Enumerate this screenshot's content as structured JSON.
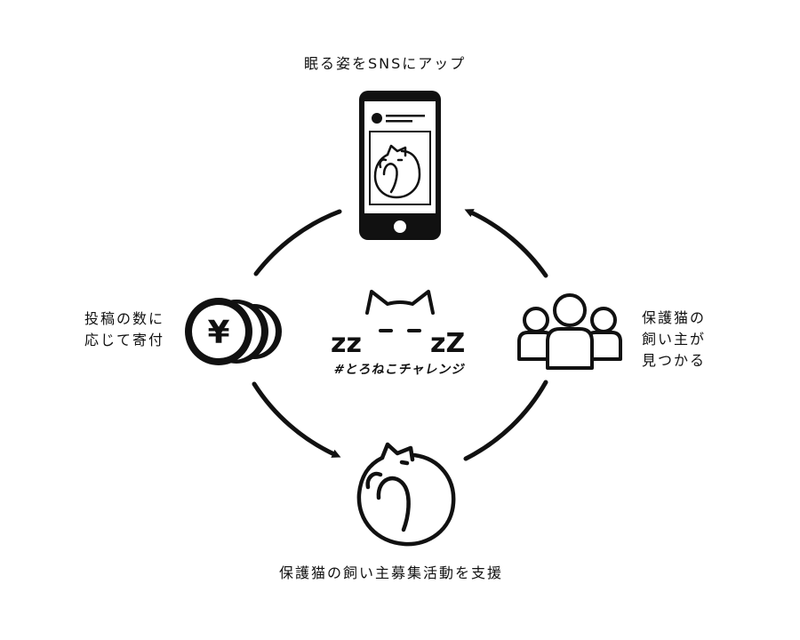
{
  "labels": {
    "top": "眠る姿をSNSにアップ",
    "left": [
      "投稿の数に",
      "応じて寄付"
    ],
    "right": [
      "保護猫の",
      "飼い主が",
      "見つかる"
    ],
    "bottom": "保護猫の飼い主募集活動を支援"
  },
  "center": {
    "sleep_left": "zz",
    "sleep_right": "zZ",
    "hashtag": "#とろねこチャレンジ"
  },
  "coin": {
    "symbol": "¥"
  },
  "icons": [
    "smartphone-icon",
    "yen-coins-icon",
    "people-group-icon",
    "sleeping-cat-icon",
    "cat-face-icon"
  ],
  "colors": {
    "ink": "#111111",
    "background": "#ffffff"
  }
}
